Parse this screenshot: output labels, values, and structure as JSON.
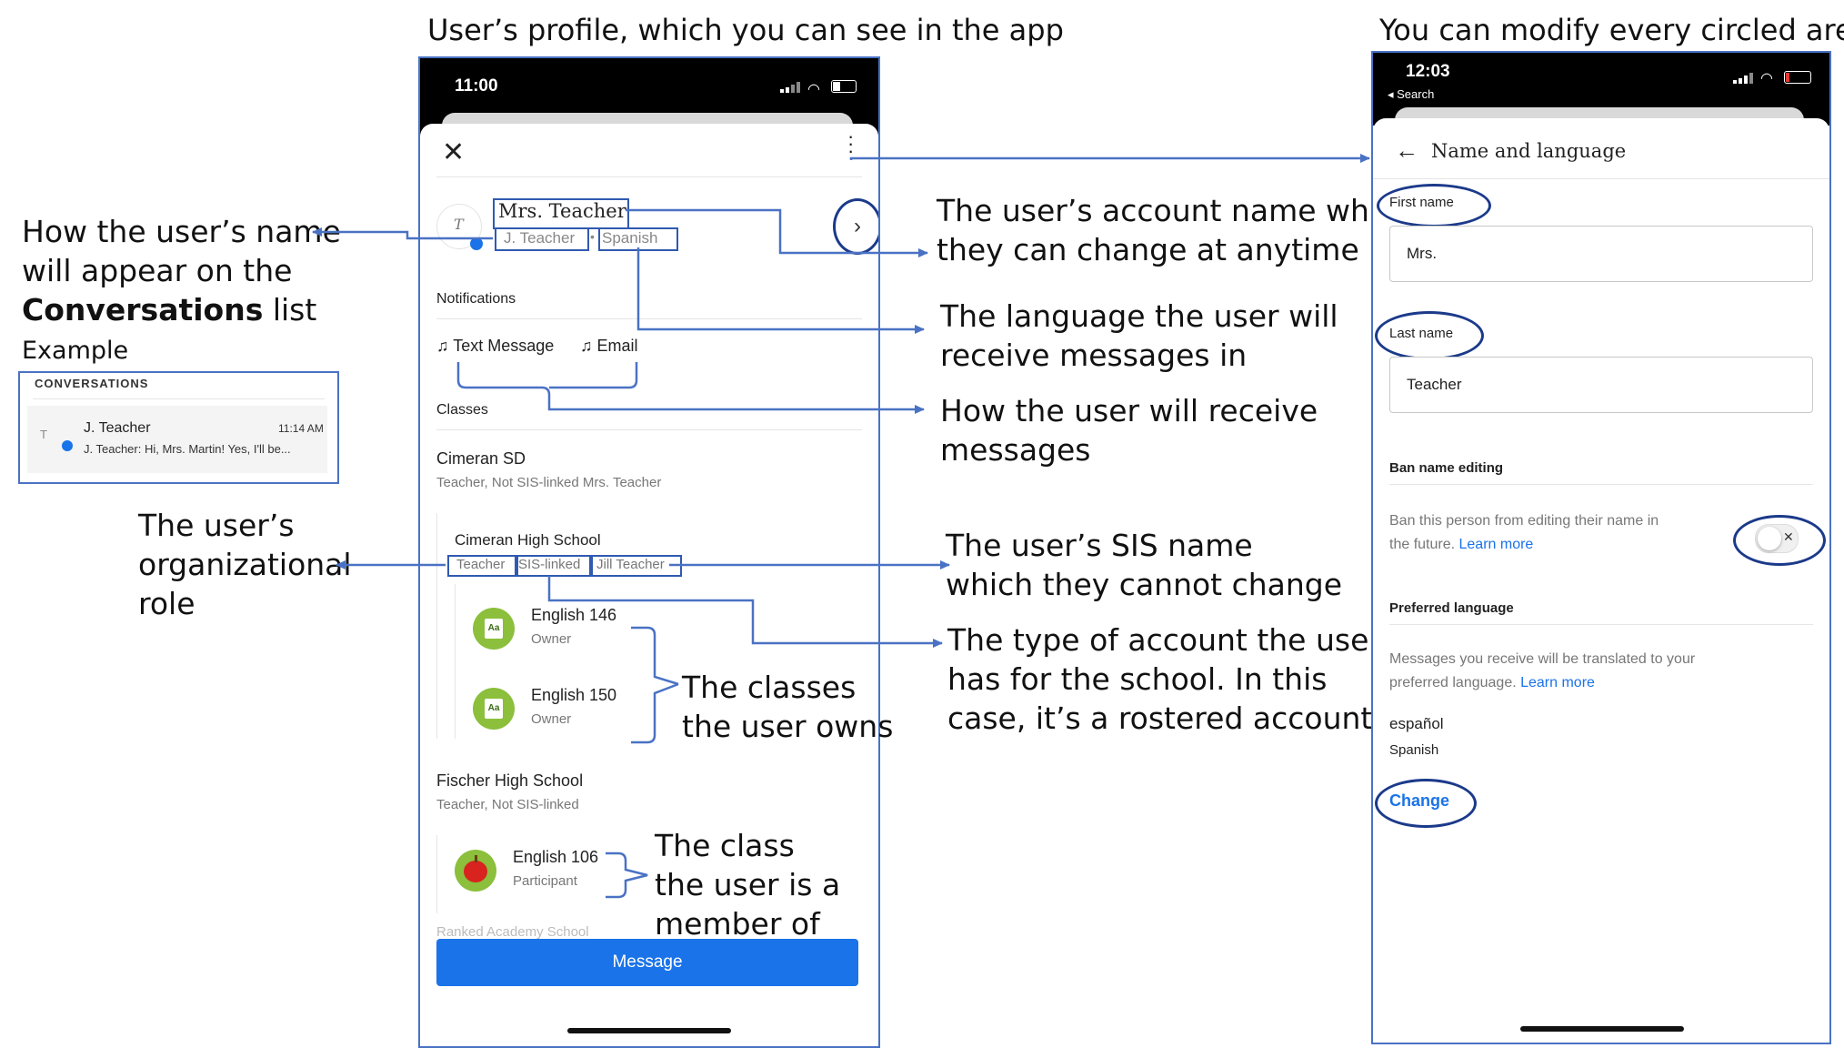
{
  "titles": {
    "left_phone": "User’s profile, which you can see in the app",
    "right_phone": "You can modify every circled area"
  },
  "annotations": {
    "name_on_list": [
      "How the user’s name",
      "will appear on the"
    ],
    "name_on_list_bold": "Conversations",
    "name_on_list_tail": " list",
    "example": "Example",
    "org_role": [
      "The user’s",
      "organizational",
      "role"
    ],
    "account_name": [
      "The user’s account name which",
      "they can change at anytime"
    ],
    "language": [
      "The language the user will",
      "receive messages in"
    ],
    "receive": [
      "How the user will receive",
      "messages"
    ],
    "sis_name": [
      "The user’s SIS name",
      "which they cannot change"
    ],
    "account_type": [
      "The type of account the user",
      "has for the school. In this",
      "case, it’s a rostered account."
    ],
    "classes_owned": [
      "The classes",
      "the user owns"
    ],
    "class_member": [
      "The class",
      "the user is a",
      "member of"
    ]
  },
  "conversations_example": {
    "header": "CONVERSATIONS",
    "avatar_letter": "T",
    "name": "J. Teacher",
    "time": "11:14 AM",
    "preview": "J. Teacher: Hi, Mrs. Martin! Yes, I'll be..."
  },
  "profile": {
    "time": "11:00",
    "avatar_letter": "T",
    "display_name": "Mrs. Teacher",
    "short_name": "J. Teacher",
    "separator": "•",
    "language": "Spanish",
    "notifications_label": "Notifications",
    "text_message": "Text Message",
    "email": "Email",
    "classes_label": "Classes",
    "org1": {
      "name": "Cimeran SD",
      "role": "Teacher, Not SIS-linked Mrs. Teacher"
    },
    "school": {
      "name": "Cimeran High School",
      "role": "Teacher",
      "linked": "SIS-linked",
      "sis_name": "Jill Teacher"
    },
    "class1": {
      "name": "English 146",
      "role": "Owner",
      "icon": "Aa"
    },
    "class2": {
      "name": "English 150",
      "role": "Owner",
      "icon": "Aa"
    },
    "org2": {
      "name": "Fischer High School",
      "role": "Teacher, Not SIS-linked"
    },
    "class3": {
      "name": "English 106",
      "role": "Participant"
    },
    "cut_off": "Ranked Academy School",
    "message_button": "Message"
  },
  "settings": {
    "time": "12:03",
    "back_to": "◂ Search",
    "header_title": "Name and language",
    "first_name_label": "First name",
    "first_name_value": "Mrs.",
    "last_name_label": "Last name",
    "last_name_value": "Teacher",
    "ban_label": "Ban name editing",
    "ban_desc_1": "Ban this person from editing their name in",
    "ban_desc_2": "the future.",
    "learn_more": "Learn more",
    "pref_lang_label": "Preferred language",
    "pref_desc_1": "Messages you receive will be translated to your",
    "pref_desc_2": "preferred language.",
    "lang_native": "español",
    "lang_english": "Spanish",
    "change": "Change"
  },
  "colors": {
    "frame": "#4a72c4",
    "arrow": "#4a72c4",
    "circle": "#1b3a8a",
    "link": "#1a73e8",
    "button": "#1a73e8"
  }
}
